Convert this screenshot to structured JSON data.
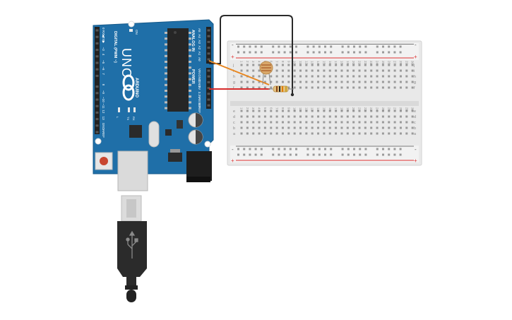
{
  "arduino": {
    "name": "UNO",
    "brand": "ARDUINO",
    "on_label": "ON",
    "tx_label": "TX",
    "rx_label": "RX",
    "l_label": "L",
    "digital_label": "DIGITAL (PWM ~)",
    "analog_label": "ANALOG IN",
    "power_label": "POWER",
    "digital_pins": [
      "0 RX◀",
      "1 TX▶",
      "2",
      "~3",
      "4",
      "~5",
      "~6",
      "7",
      "8",
      "~9",
      "~10",
      "~11",
      "12",
      "13",
      "GND",
      "AREF"
    ],
    "analog_pins": [
      "A5",
      "A4",
      "A3",
      "A2",
      "A1",
      "A0"
    ],
    "power_pins": [
      "VIN",
      "GND",
      "GND",
      "5V",
      "3.3V",
      "RESET",
      "IOREF"
    ]
  },
  "breadboard": {
    "columns": 30,
    "top_rows": [
      "j",
      "i",
      "h",
      "g",
      "f"
    ],
    "bottom_rows": [
      "e",
      "d",
      "c",
      "b",
      "a"
    ],
    "rail_minus": "-",
    "rail_plus": "+"
  },
  "components": {
    "photoresistor": "photoresistor",
    "resistor": "resistor"
  },
  "colors": {
    "board": "#1f6fa8",
    "wire_orange": "#e8861f",
    "wire_red": "#d72b2b",
    "wire_black": "#2a2a2a",
    "breadboard": "#e9e9e9",
    "rail_red": "#d33",
    "rail_gray": "#777"
  }
}
